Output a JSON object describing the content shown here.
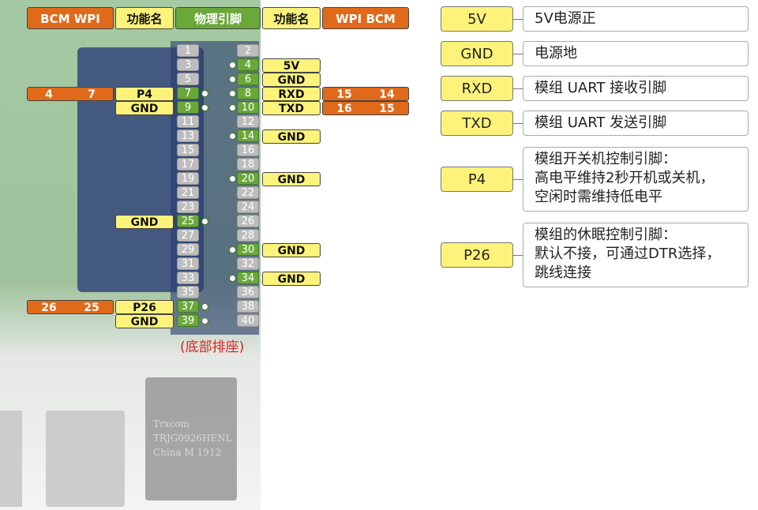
{
  "header": {
    "bcm_wpi_left": "BCM  WPI",
    "func_left": "功能名",
    "phys": "物理引脚",
    "func_right": "功能名",
    "wpi_bcm_right": "WPI  BCM"
  },
  "left_rows": [
    {
      "pin": "7",
      "func": "P4",
      "bcm": "4",
      "wpi": "7"
    },
    {
      "pin": "9",
      "func": "GND"
    },
    {
      "pin": "25",
      "func": "GND"
    },
    {
      "pin": "37",
      "func": "P26",
      "bcm": "26",
      "wpi": "25"
    },
    {
      "pin": "39",
      "func": "GND"
    }
  ],
  "right_rows": [
    {
      "pin": "4",
      "func": "5V"
    },
    {
      "pin": "6",
      "func": "GND"
    },
    {
      "pin": "8",
      "func": "RXD",
      "wpi": "15",
      "bcm": "14"
    },
    {
      "pin": "10",
      "func": "TXD",
      "wpi": "16",
      "bcm": "15"
    },
    {
      "pin": "14",
      "func": "GND"
    },
    {
      "pin": "20",
      "func": "GND"
    },
    {
      "pin": "30",
      "func": "GND"
    },
    {
      "pin": "34",
      "func": "GND"
    }
  ],
  "pins": [
    "1",
    "2",
    "3",
    "4",
    "5",
    "6",
    "7",
    "8",
    "9",
    "10",
    "11",
    "12",
    "13",
    "14",
    "15",
    "16",
    "17",
    "18",
    "19",
    "20",
    "21",
    "22",
    "23",
    "24",
    "25",
    "26",
    "27",
    "28",
    "29",
    "30",
    "31",
    "32",
    "33",
    "34",
    "35",
    "36",
    "37",
    "38",
    "39",
    "40"
  ],
  "active_pins": [
    "4",
    "6",
    "7",
    "8",
    "9",
    "10",
    "14",
    "20",
    "25",
    "30",
    "34",
    "37",
    "39"
  ],
  "note": "(底部排座)",
  "ethernet_text": [
    "Trxcom",
    "TRJG0926HENL",
    "China M 1912"
  ],
  "legend": [
    {
      "key": "5V",
      "desc": [
        "5V电源正"
      ]
    },
    {
      "key": "GND",
      "desc": [
        "电源地"
      ]
    },
    {
      "key": "RXD",
      "desc": [
        "模组 UART 接收引脚"
      ]
    },
    {
      "key": "TXD",
      "desc": [
        "模组 UART 发送引脚"
      ]
    },
    {
      "key": "P4",
      "desc": [
        "模组开关机控制引脚：",
        "高电平维持2秒开机或关机，",
        "空闲时需维持低电平"
      ]
    },
    {
      "key": "P26",
      "desc": [
        "模组的休眠控制引脚：",
        "默认不接，可通过DTR选择，",
        "跳线连接"
      ]
    }
  ],
  "colors": {
    "yellow": "#fdf37a",
    "orange": "#e06a1a",
    "green": "#6aa83a",
    "grey": "#bdbdbd",
    "note_red": "#e02020"
  }
}
